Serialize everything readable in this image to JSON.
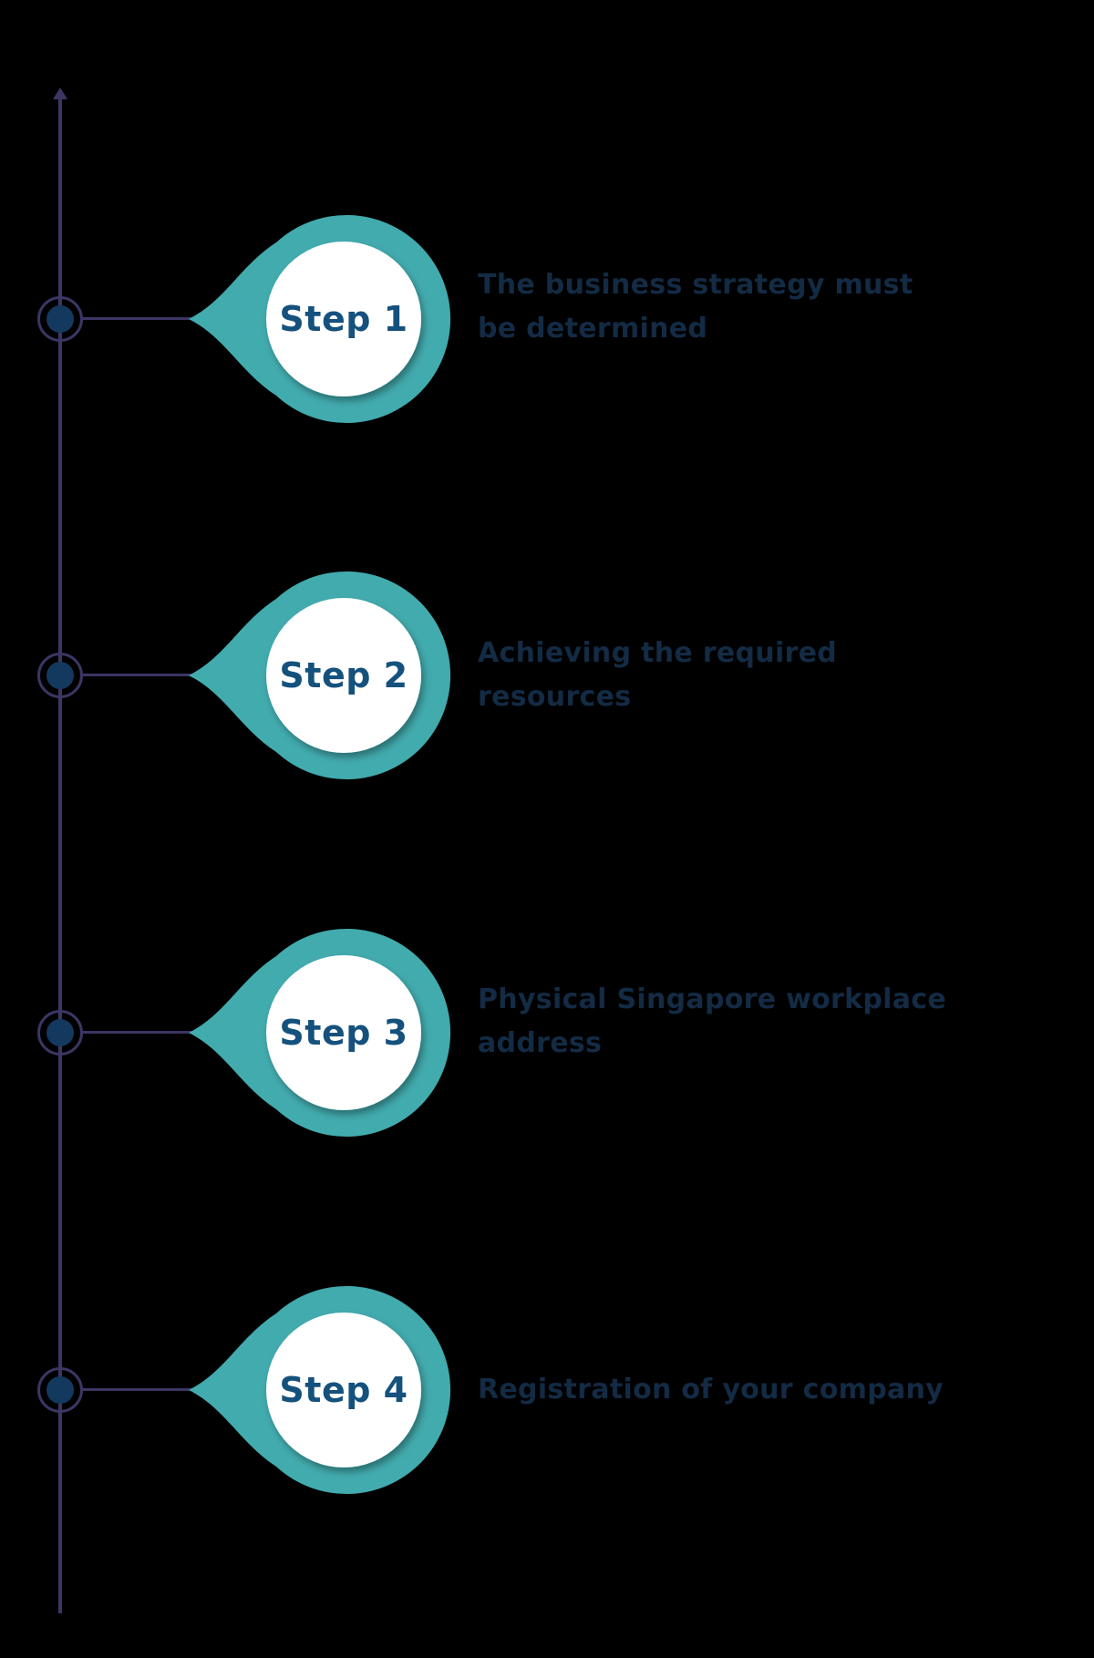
{
  "title": "Company setup steps timeline",
  "colors": {
    "background": "#000000",
    "teal": "#42ABAE",
    "line": "#3B3663",
    "node_fill": "#14395F",
    "step_label": "#15517D",
    "description_text": "#132B44",
    "inner_circle": "#FFFFFF"
  },
  "timeline": {
    "direction": "vertical",
    "arrowhead": "up"
  },
  "steps": [
    {
      "label": "Step 1",
      "description": "The business strategy must\nbe determined"
    },
    {
      "label": "Step 2",
      "description": "Achieving the required\nresources"
    },
    {
      "label": "Step 3",
      "description": "Physical Singapore workplace\naddress"
    },
    {
      "label": "Step 4",
      "description": "Registration of your company"
    }
  ]
}
